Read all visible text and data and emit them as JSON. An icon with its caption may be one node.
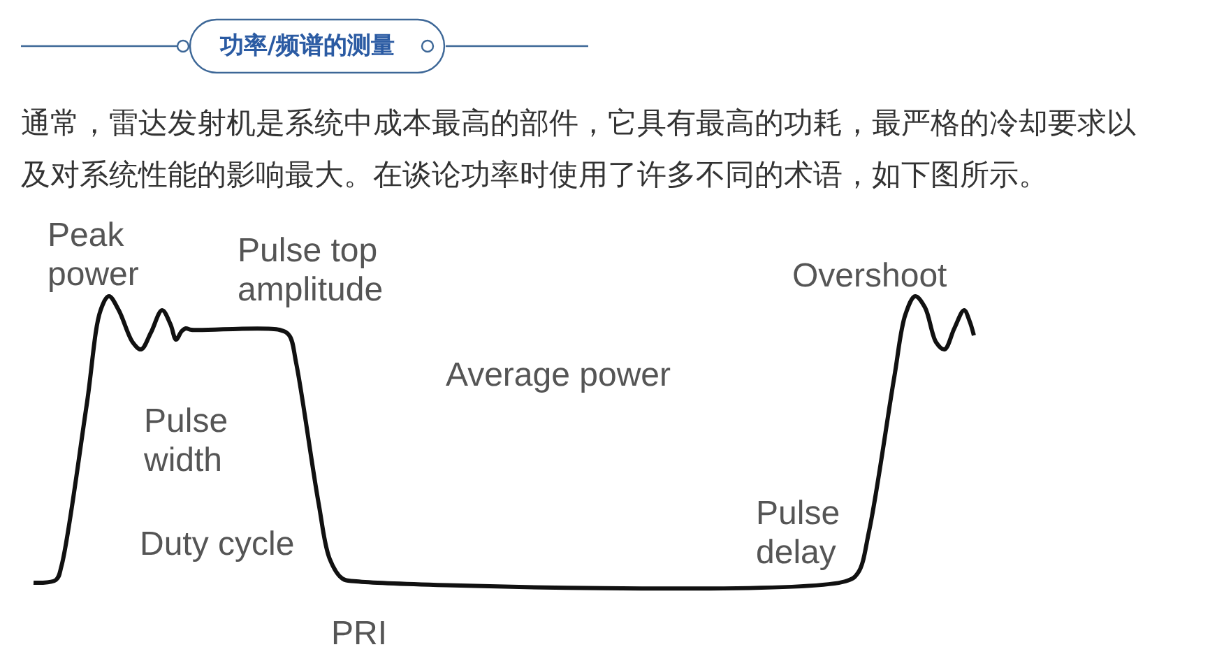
{
  "diagram": {
    "title": "功率/频谱的测量",
    "labels": [
      "通常，雷达发射机是系统中成本最高的部件，它具有最高的功耗，最严格的冷却要求以及对系统性能的影响最大。在谈论功率时使用了许多不同的术语，如下图所示。",
      "Peak power",
      "Pulse top amplitude",
      "Overshoot",
      "Average power",
      "Pulse width",
      "Pulse delay",
      "Duty cycle",
      "PRI"
    ]
  }
}
